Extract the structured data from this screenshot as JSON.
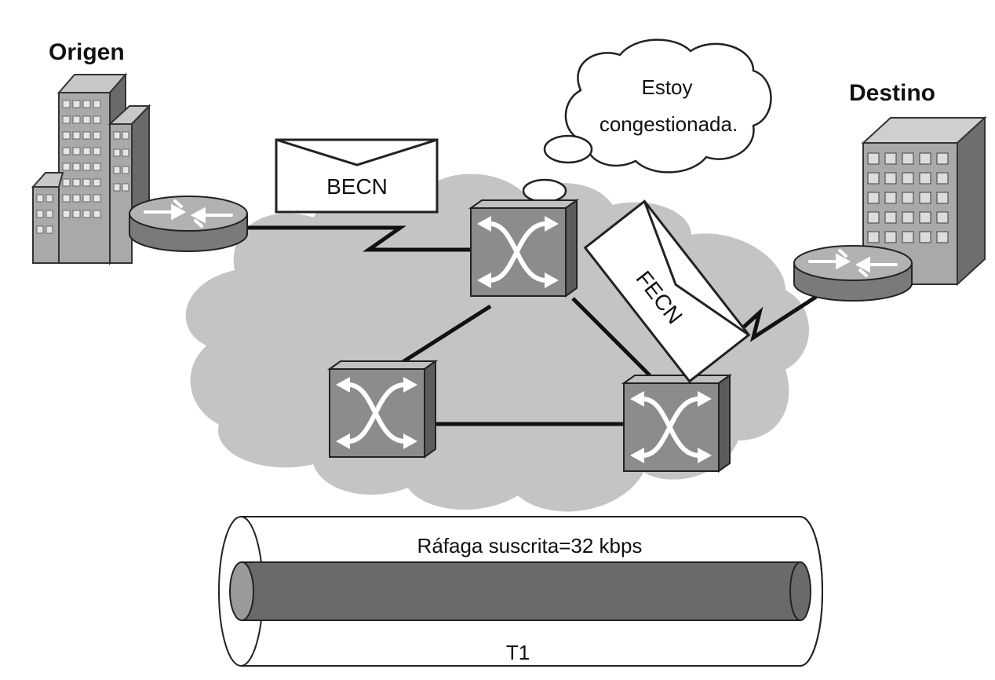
{
  "labels": {
    "origin": "Origen",
    "destination": "Destino",
    "thought_line1": "Estoy",
    "thought_line2": "congestionada.",
    "becn": "BECN",
    "fecn": "FECN",
    "pipe_caption": "Ráfaga suscrita=32 kbps",
    "pipe_name": "T1"
  },
  "colors": {
    "cloud": "#c4c4c4",
    "building_light": "#a9a9a9",
    "building_front": "#8a8a8a",
    "switch_face": "#8c8c8c",
    "pipe_core": "#6a6a6a",
    "link": "#111111"
  },
  "icons": {
    "router": "router-icon",
    "switch": "frame-relay-switch-icon",
    "building": "building-icon",
    "envelope": "envelope-icon",
    "cloud": "network-cloud",
    "thought": "thought-bubble"
  }
}
